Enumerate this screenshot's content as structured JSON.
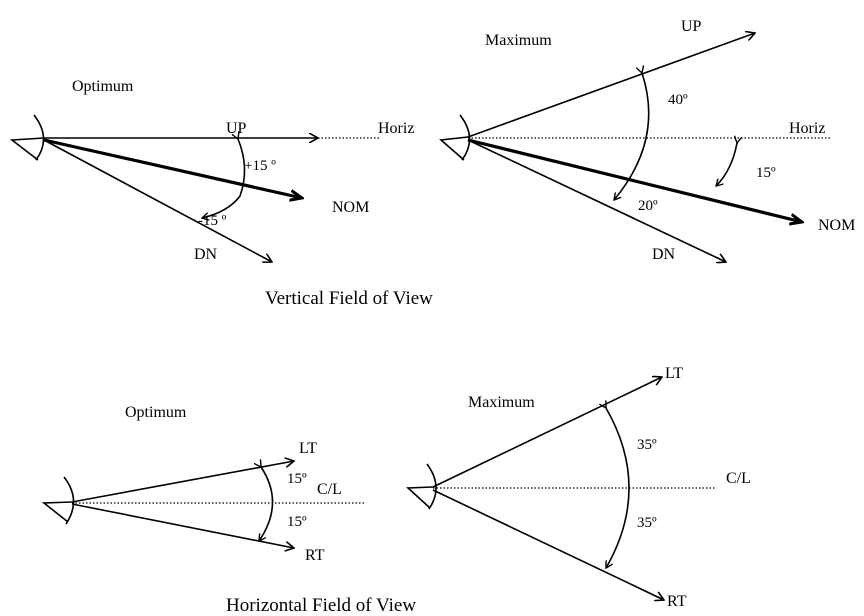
{
  "vertical": {
    "title": "Vertical Field of View",
    "optimum": {
      "heading": "Optimum",
      "up": "UP",
      "horiz": "Horiz",
      "nom": "NOM",
      "dn": "DN",
      "angle_up": "+15 º",
      "angle_down": "-15 º"
    },
    "maximum": {
      "heading": "Maximum",
      "up": "UP",
      "horiz": "Horiz",
      "nom": "NOM",
      "dn": "DN",
      "angle_up": "40º",
      "angle_down": "20º",
      "angle_nom": "15º"
    }
  },
  "horizontal": {
    "title": "Horizontal Field of View",
    "optimum": {
      "heading": "Optimum",
      "lt": "LT",
      "cl": "C/L",
      "rt": "RT",
      "angle_lt": "15º",
      "angle_rt": "15º"
    },
    "maximum": {
      "heading": "Maximum",
      "lt": "LT",
      "cl": "C/L",
      "rt": "RT",
      "angle_lt": "35º",
      "angle_rt": "35º"
    }
  }
}
